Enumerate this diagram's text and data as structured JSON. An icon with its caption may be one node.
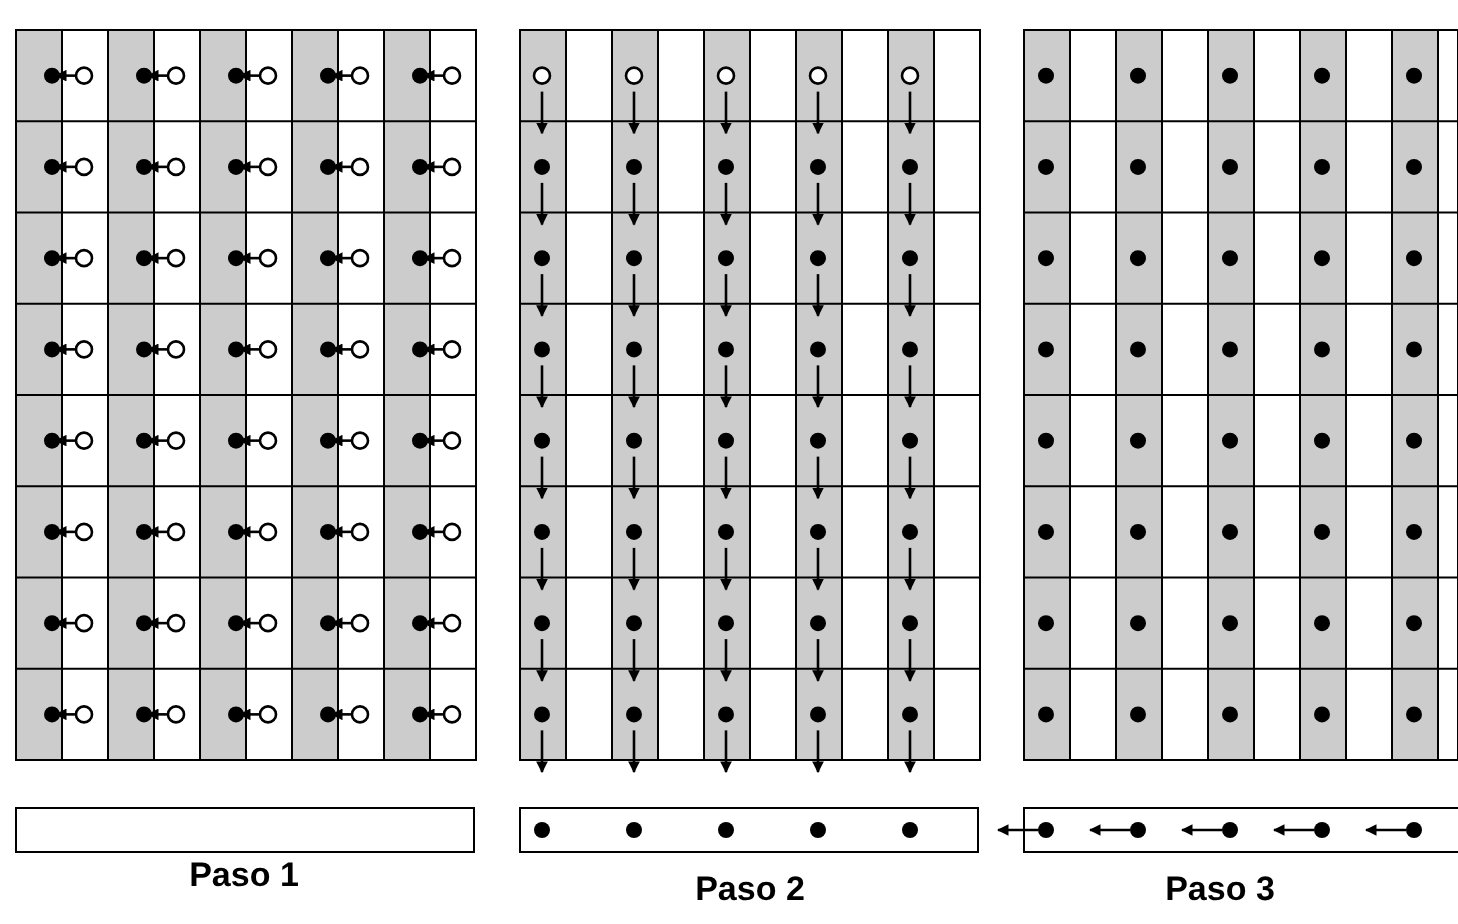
{
  "diagram": {
    "labels": [
      "Paso 1",
      "Paso 2",
      "Paso 3"
    ]
  }
}
